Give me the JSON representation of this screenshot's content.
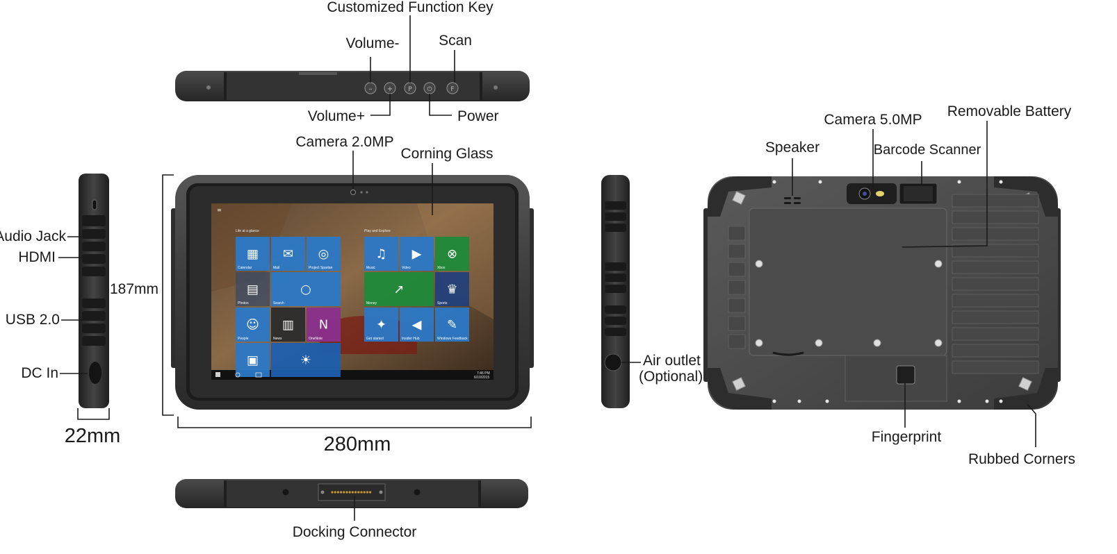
{
  "labels": {
    "customized_function_key": "Customized Function Key",
    "volume_minus": "Volume-",
    "scan": "Scan",
    "volume_plus": "Volume+",
    "power": "Power",
    "camera_front": "Camera 2.0MP",
    "corning_glass": "Corning Glass",
    "audio_jack": "Audio Jack",
    "hdmi": "HDMI",
    "usb": "USB 2.0",
    "dc_in": "DC In",
    "height_dim": "187mm",
    "depth_dim": "22mm",
    "width_dim": "280mm",
    "docking_connector": "Docking Connector",
    "air_outlet": "Air outlet",
    "air_outlet_optional": "(Optional)",
    "speaker": "Speaker",
    "camera_rear": "Camera 5.0MP",
    "barcode_scanner": "Barcode Scanner",
    "removable_battery": "Removable Battery",
    "fingerprint": "Fingerprint",
    "rubbed_corners": "Rubbed Corners"
  },
  "screen": {
    "group_left": "Life at a glance",
    "group_right": "Play and Explore",
    "tiles": [
      {
        "label": "Calendar",
        "icon": "calendar-icon",
        "color": "#2b78c6"
      },
      {
        "label": "Mail",
        "icon": "mail-icon",
        "color": "#2b78c6"
      },
      {
        "label": "Project Spartan",
        "icon": "globe-icon",
        "color": "#2b78c6"
      },
      {
        "label": "Photos",
        "icon": "photos-icon",
        "color": "#3a4a66"
      },
      {
        "label": "Search",
        "icon": "cortana-icon",
        "color": "#2b78c6"
      },
      {
        "label": "People",
        "icon": "people-icon",
        "color": "#2b78c6"
      },
      {
        "label": "News",
        "icon": "news-icon",
        "color": "#2c2c2c"
      },
      {
        "label": "OneNote",
        "icon": "onenote-icon",
        "color": "#8a2f8e"
      },
      {
        "label": "",
        "icon": "store-icon",
        "color": "#2b78c6"
      },
      {
        "label": "",
        "icon": "weather-icon",
        "color": "#1e5fae"
      },
      {
        "label": "Music",
        "icon": "headphones-icon",
        "color": "#2b78c6"
      },
      {
        "label": "Video",
        "icon": "video-icon",
        "color": "#2b78c6"
      },
      {
        "label": "Xbox",
        "icon": "xbox-icon",
        "color": "#1f8a3a"
      },
      {
        "label": "Money",
        "icon": "money-chart-icon",
        "color": "#1f8a3a"
      },
      {
        "label": "Sports",
        "icon": "trophy-icon",
        "color": "#23407a"
      },
      {
        "label": "Get started",
        "icon": "lightbulb-icon",
        "color": "#2b78c6"
      },
      {
        "label": "Insider Hub",
        "icon": "megaphone-icon",
        "color": "#2b78c6"
      },
      {
        "label": "Windows Feedback",
        "icon": "feedback-icon",
        "color": "#2b78c6"
      }
    ],
    "taskbar_time": "7:46 PM",
    "taskbar_date": "6/10/2015"
  },
  "colors": {
    "device_body": "#3b3b3b",
    "device_dark": "#262626",
    "label_text": "#1a1a1a"
  }
}
